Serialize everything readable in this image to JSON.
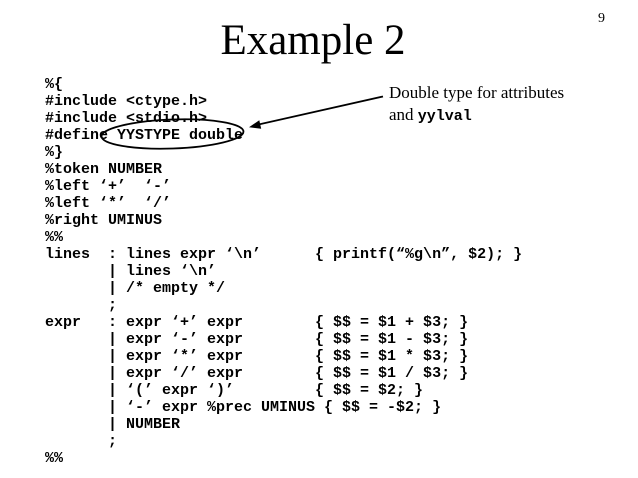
{
  "page": {
    "number": "9",
    "title": "Example 2",
    "background_color": "#ffffff",
    "text_color": "#000000"
  },
  "code": {
    "lines": [
      "%{",
      "#include <ctype.h>",
      "#include <stdio.h>",
      "#define YYSTYPE double",
      "%}",
      "%token NUMBER",
      "%left ‘+’  ‘-’",
      "%left ‘*’  ‘/’",
      "%right UMINUS",
      "%%",
      "lines  : lines expr ‘\\n’      { printf(“%g\\n”, $2); }",
      "       | lines ‘\\n’",
      "       | /* empty */",
      "       ;",
      "expr   : expr ‘+’ expr        { $$ = $1 + $3; }",
      "       | expr ‘-’ expr        { $$ = $1 - $3; }",
      "       | expr ‘*’ expr        { $$ = $1 * $3; }",
      "       | expr ‘/’ expr        { $$ = $1 / $3; }",
      "       | ‘(’ expr ‘)’         { $$ = $2; }",
      "       | ‘-’ expr %prec UMINUS { $$ = -$2; }",
      "       | NUMBER",
      "       ;",
      "%%"
    ],
    "circled_text": "YYSTYPE double"
  },
  "annotation": {
    "line1": "Double type for attributes",
    "line2_prefix": "and ",
    "line2_code": "yylval"
  }
}
